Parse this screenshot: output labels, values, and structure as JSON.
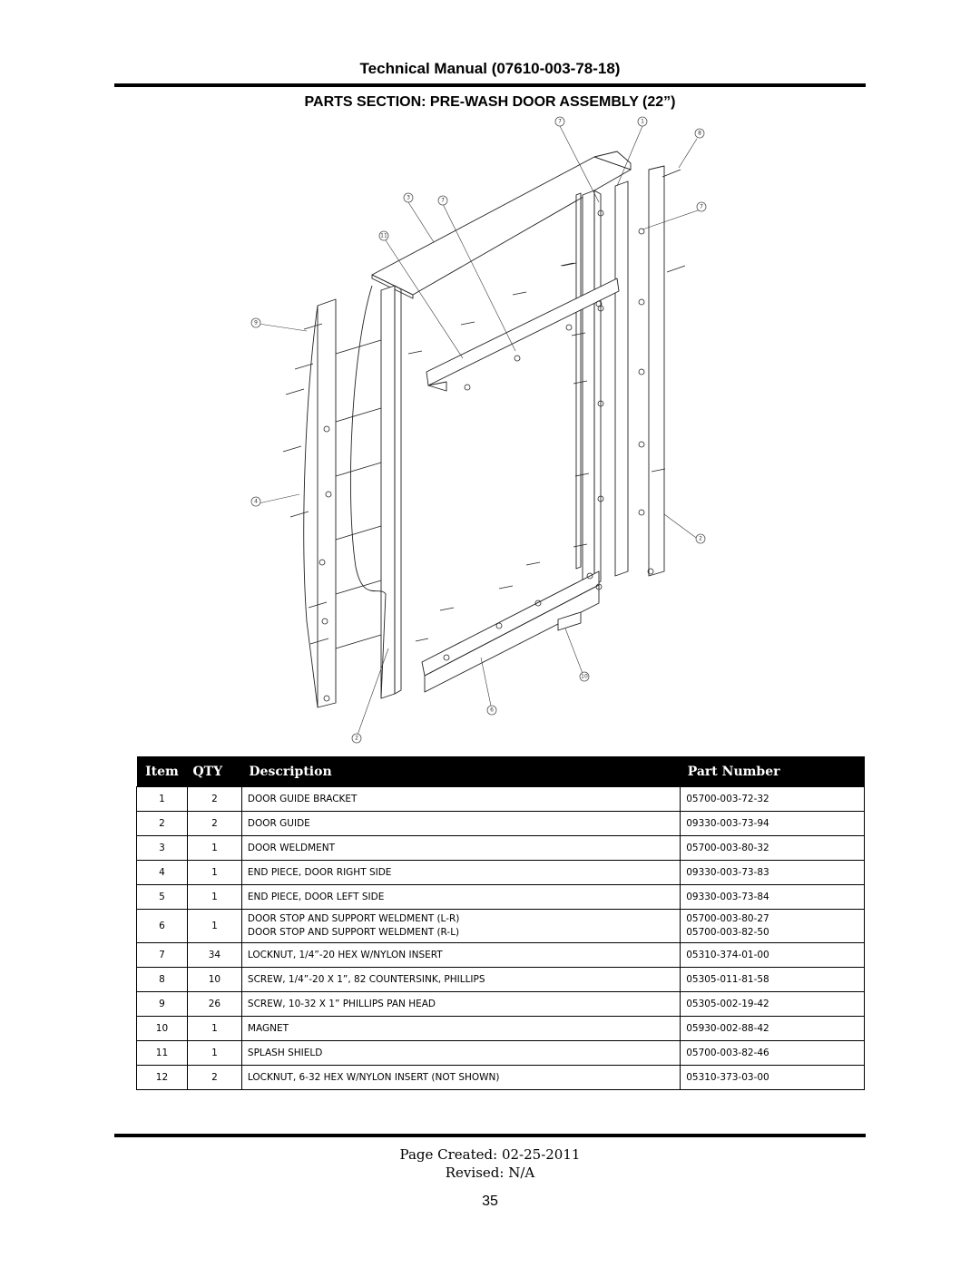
{
  "header": {
    "manual_title": "Technical Manual (07610-003-78-18)",
    "section_title": "PARTS SECTION: PRE-WASH DOOR ASSEMBLY (22”)"
  },
  "diagram": {
    "callouts": [
      "7",
      "1",
      "8",
      "3",
      "7",
      "7",
      "11",
      "9",
      "4",
      "2",
      "10",
      "6",
      "2"
    ]
  },
  "table": {
    "headers": {
      "item": "Item",
      "qty": "QTY",
      "description": "Description",
      "part_number": "Part Number"
    },
    "rows": [
      {
        "item": "1",
        "qty": "2",
        "description": [
          "DOOR GUIDE BRACKET"
        ],
        "part_number": [
          "05700-003-72-32"
        ]
      },
      {
        "item": "2",
        "qty": "2",
        "description": [
          "DOOR GUIDE"
        ],
        "part_number": [
          "09330-003-73-94"
        ]
      },
      {
        "item": "3",
        "qty": "1",
        "description": [
          "DOOR WELDMENT"
        ],
        "part_number": [
          "05700-003-80-32"
        ]
      },
      {
        "item": "4",
        "qty": "1",
        "description": [
          "END PIECE, DOOR RIGHT SIDE"
        ],
        "part_number": [
          "09330-003-73-83"
        ]
      },
      {
        "item": "5",
        "qty": "1",
        "description": [
          "END PIECE, DOOR LEFT SIDE"
        ],
        "part_number": [
          "09330-003-73-84"
        ]
      },
      {
        "item": "6",
        "qty": "1",
        "description": [
          "DOOR STOP AND SUPPORT WELDMENT (L-R)",
          "DOOR STOP AND SUPPORT WELDMENT (R-L)"
        ],
        "part_number": [
          "05700-003-80-27",
          "05700-003-82-50"
        ]
      },
      {
        "item": "7",
        "qty": "34",
        "description": [
          "LOCKNUT, 1/4”-20 HEX W/NYLON INSERT"
        ],
        "part_number": [
          "05310-374-01-00"
        ]
      },
      {
        "item": "8",
        "qty": "10",
        "description": [
          "SCREW, 1/4”-20 X 1”, 82 COUNTERSINK, PHILLIPS"
        ],
        "part_number": [
          "05305-011-81-58"
        ]
      },
      {
        "item": "9",
        "qty": "26",
        "description": [
          "SCREW, 10-32 X 1” PHILLIPS PAN HEAD"
        ],
        "part_number": [
          "05305-002-19-42"
        ]
      },
      {
        "item": "10",
        "qty": "1",
        "description": [
          "MAGNET"
        ],
        "part_number": [
          "05930-002-88-42"
        ]
      },
      {
        "item": "11",
        "qty": "1",
        "description": [
          "SPLASH SHIELD"
        ],
        "part_number": [
          "05700-003-82-46"
        ]
      },
      {
        "item": "12",
        "qty": "2",
        "description": [
          "LOCKNUT,  6-32 HEX W/NYLON INSERT (NOT SHOWN)"
        ],
        "part_number": [
          "05310-373-03-00"
        ]
      }
    ]
  },
  "footer": {
    "page_created": "Page Created: 02-25-2011",
    "revised": "Revised: N/A",
    "page_number": "35"
  }
}
